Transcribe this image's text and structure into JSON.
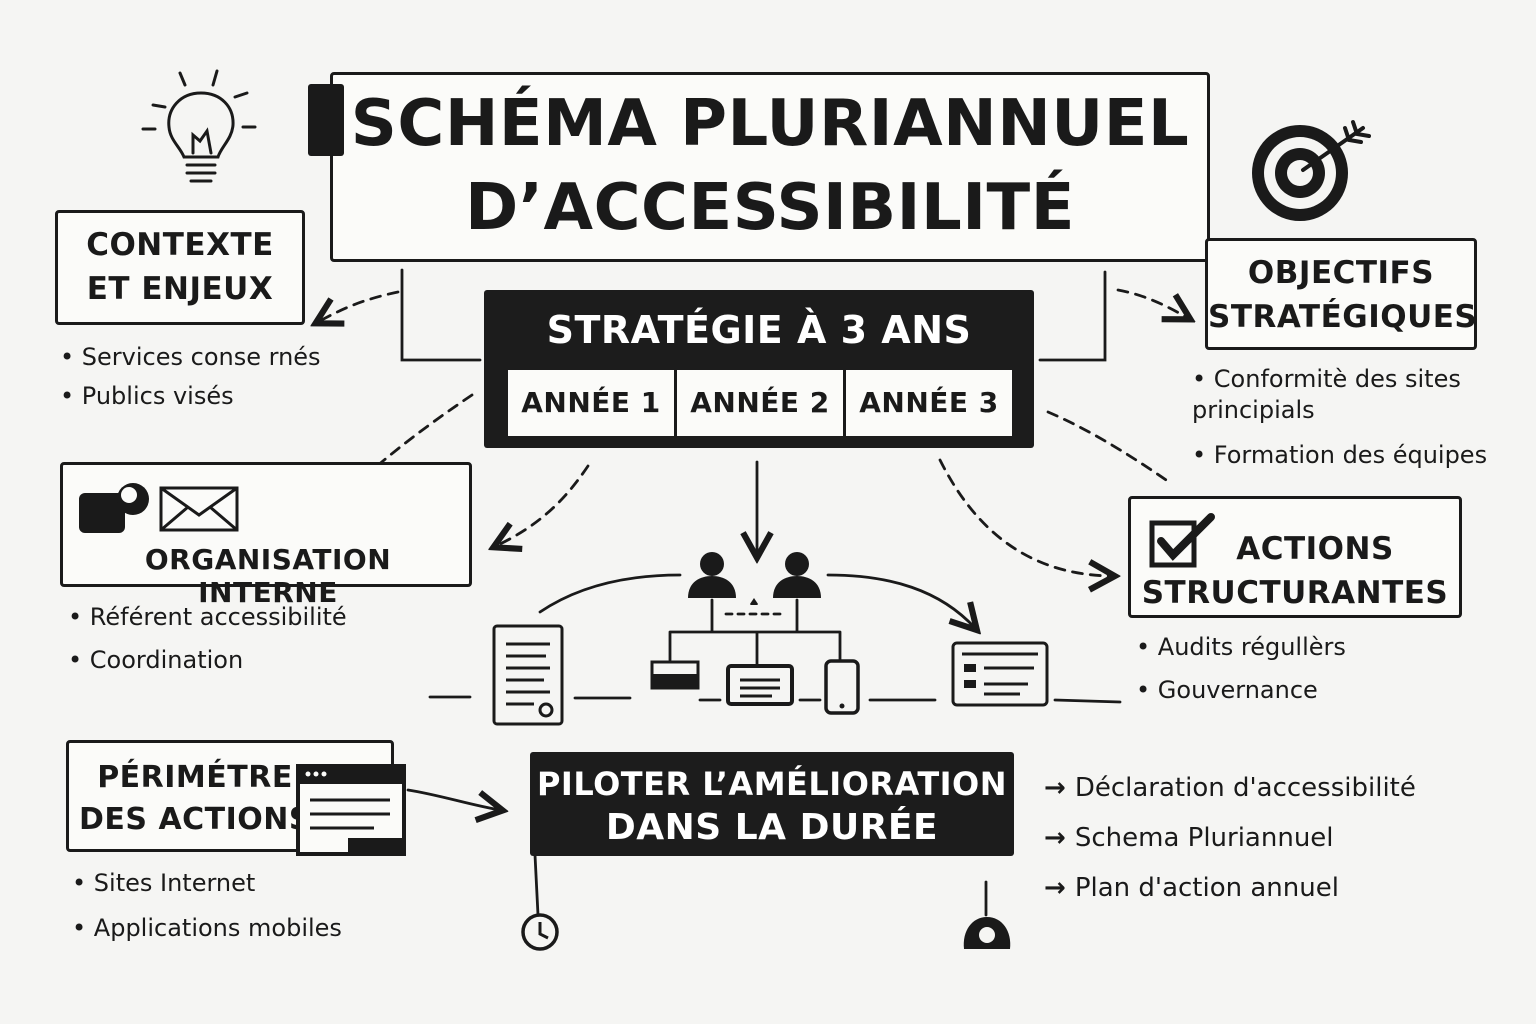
{
  "title": {
    "line1": "SCHÉMA PLURIANNUEL",
    "line2": "D’ACCESSIBILITÉ"
  },
  "strategy": {
    "title": "STRATÉGIE À 3 ANS",
    "years": [
      "ANNÉE 1",
      "ANNÉE 2",
      "ANNÉE 3"
    ]
  },
  "context": {
    "title_line1": "CONTEXTE",
    "title_line2": "ET ENJEUX",
    "bullets": [
      "Services conse rnés",
      "Publics visés"
    ]
  },
  "objectives": {
    "title_line1": "OBJECTIFS",
    "title_line2": "STRATÉGIQUES",
    "bullets": [
      "Conformitè des sites principials",
      "Formation des équipes"
    ]
  },
  "organisation": {
    "title": "ORGANISATION INTERNE",
    "bullets": [
      "Référent accessibilité",
      "Coordination"
    ]
  },
  "actions": {
    "title_line1": "ACTIONS",
    "title_line2": "STRUCTURANTES",
    "bullets": [
      "Audits régullèrs",
      "Gouvernance"
    ]
  },
  "perimeter": {
    "title_line1": "PÉRIMÉTRE",
    "title_line2": "DES ACTIONS",
    "bullets": [
      "Sites Internet",
      "Applications mobiles"
    ]
  },
  "pilot": {
    "line1": "PILOTER L’AMÉLIORATION",
    "line2": "DANS LA DURÉE",
    "outputs": [
      "Déclaration d'accessibilité",
      "Schema Pluriannuel",
      "Plan d'action annuel"
    ]
  },
  "icons": [
    "lightbulb-icon",
    "target-icon",
    "chat-icon",
    "envelope-icon",
    "checkbox-icon",
    "users-icon",
    "document-icon",
    "laptop-icon",
    "tablet-icon",
    "smartphone-icon",
    "form-icon",
    "browser-window-icon",
    "clock-icon"
  ],
  "colors": {
    "ink": "#1a1a1a",
    "paper": "#f5f5f3",
    "dark_fill": "#1c1c1c"
  }
}
